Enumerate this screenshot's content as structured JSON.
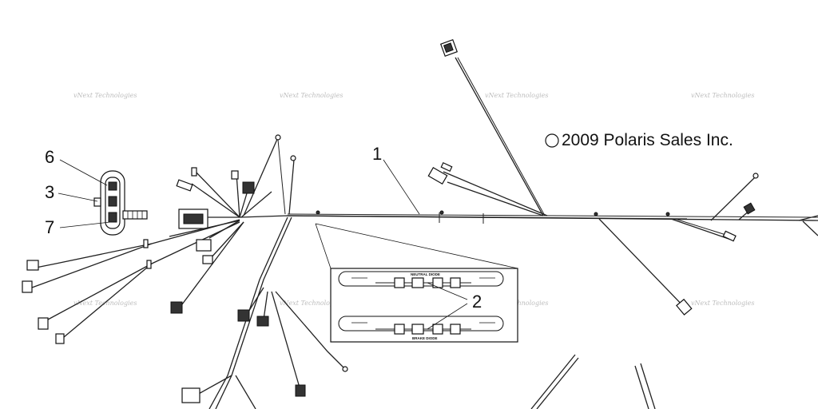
{
  "copyright": {
    "symbol": "©",
    "text": "2009 Polaris Sales Inc."
  },
  "callouts": {
    "c1": "1",
    "c2": "2",
    "c3": "3",
    "c6": "6",
    "c7": "7"
  },
  "watermark": "vNext Technologies",
  "inset": {
    "top_label": "NEUTRAL DIODE",
    "bottom_label": "BRAKE DIODE"
  }
}
